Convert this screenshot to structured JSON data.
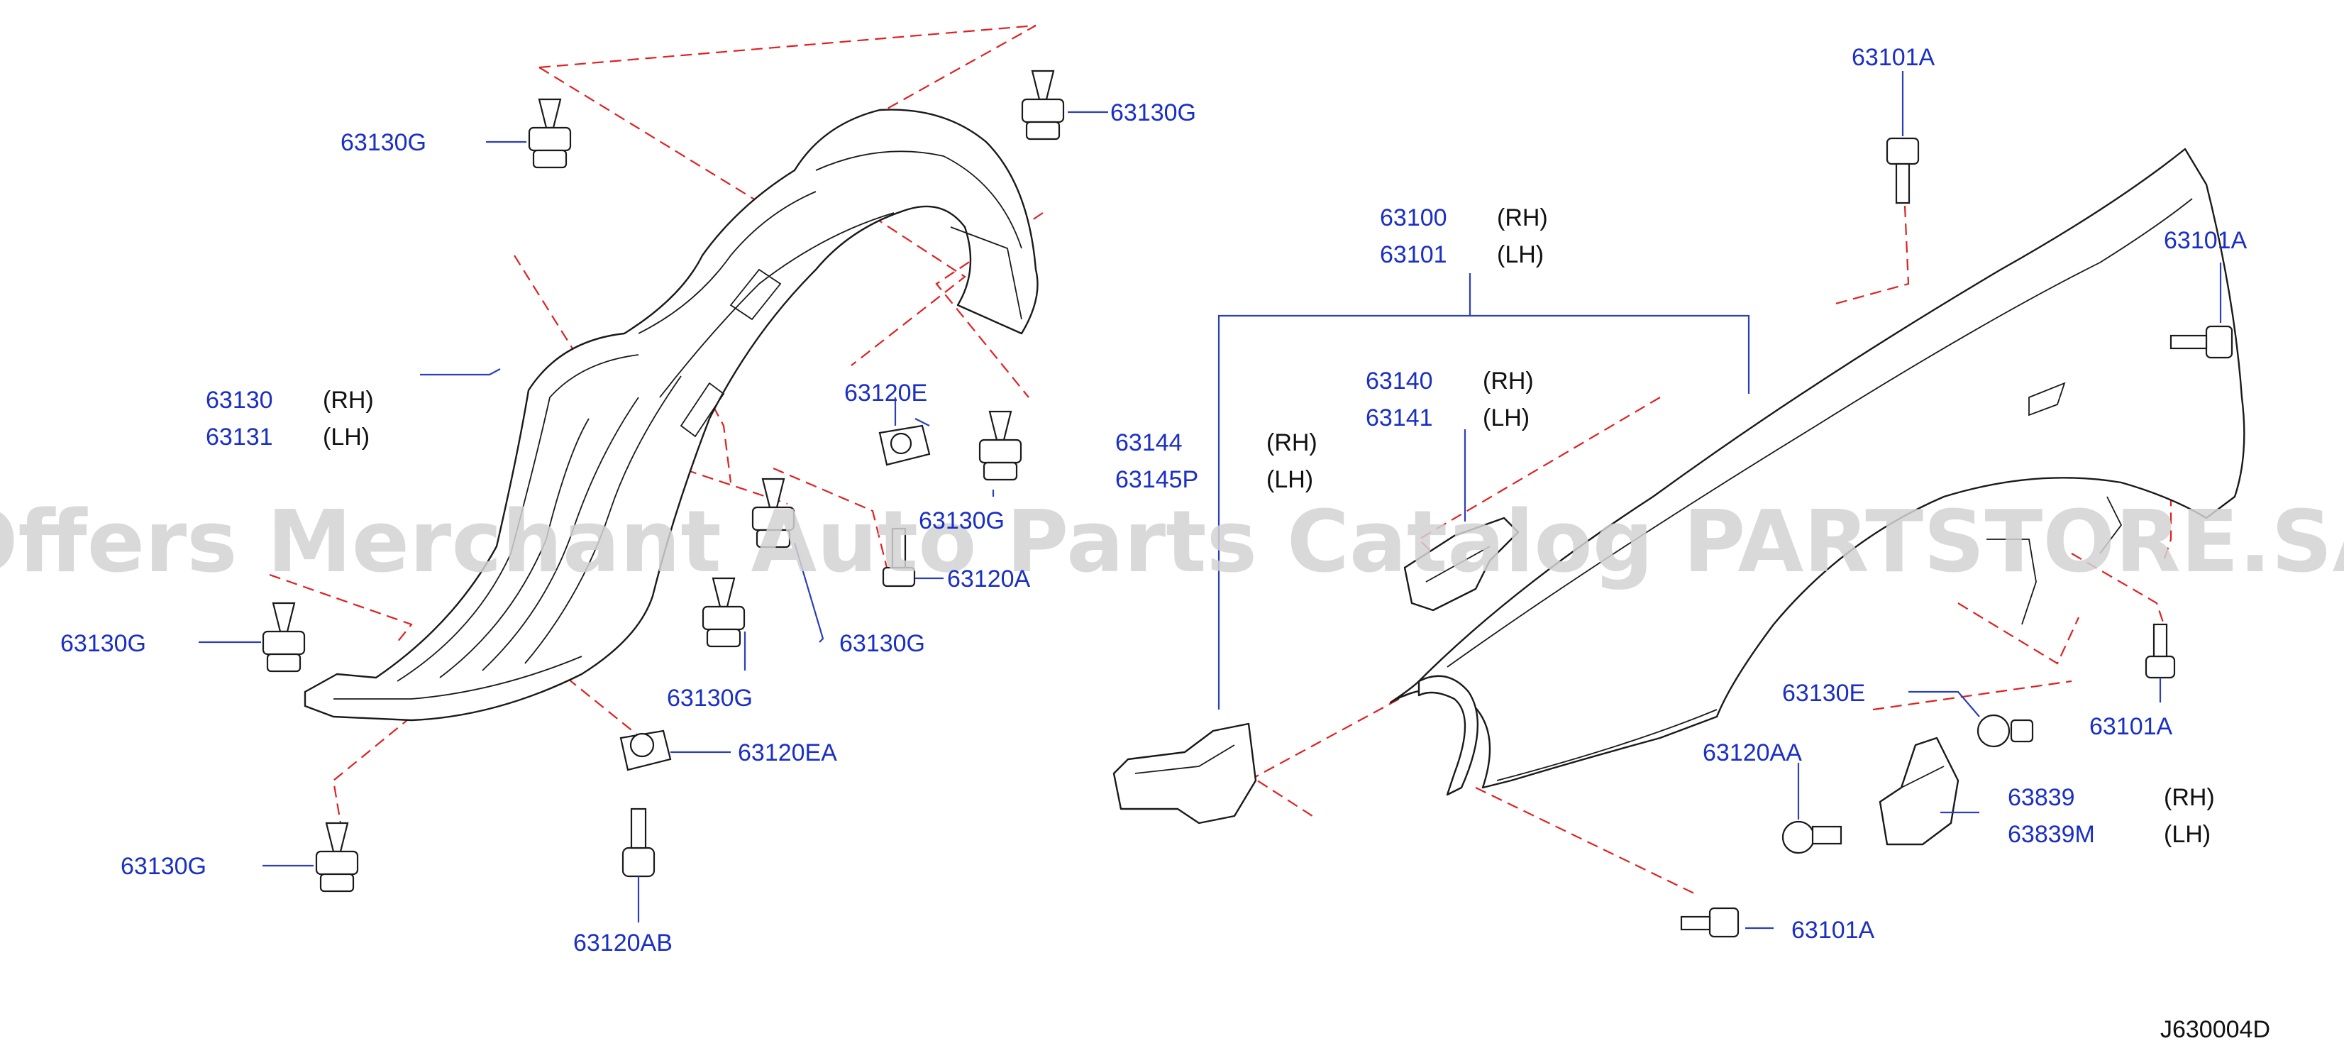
{
  "watermark": "Offers Merchant Auto Parts Catalog PARTSTORE.SA",
  "diagram_ref": "J630004D",
  "colors": {
    "code_text": "#1a2fc4",
    "leader_line": "#2a3fb8",
    "dashed_line": "#e02020",
    "watermark": "#d2d2d2"
  },
  "icons": {
    "clip": "push-clip-icon",
    "bolt": "bolt-icon",
    "nut": "clip-nut-icon"
  },
  "labels": {
    "clip_top_left": "63130G",
    "clip_top_center": "63130G",
    "liner_rh_code": "63130",
    "liner_rh_side": "(RH)",
    "liner_lh_code": "63131",
    "liner_lh_side": "(LH)",
    "clip_left_mid": "63130G",
    "clip_bottom_left": "63130G",
    "clip_inner_1": "63130G",
    "clip_inner_2": "63130G",
    "clip_inner_3": "63130G",
    "nut_e": "63120E",
    "screw_a": "63120A",
    "nut_ea": "63120EA",
    "screw_ab": "63120AB",
    "fender_rh_code": "63100",
    "fender_rh_side": "(RH)",
    "fender_lh_code": "63101",
    "fender_lh_side": "(LH)",
    "bracket_63140_code": "63140",
    "bracket_63140_side": "(RH)",
    "bracket_63141_code": "63141",
    "bracket_63141_side": "(LH)",
    "bracket_63144_code": "63144",
    "bracket_63144_side": "(RH)",
    "bracket_63145p_code": "63145P",
    "bracket_63145p_side": "(LH)",
    "bolt_top": "63101A",
    "bolt_right_top": "63101A",
    "bolt_right_bottom": "63101A",
    "bolt_bottom": "63101A",
    "clip_63130e": "63130E",
    "screw_63120aa": "63120AA",
    "seal_rh_code": "63839",
    "seal_rh_side": "(RH)",
    "seal_lh_code": "63839M",
    "seal_lh_side": "(LH)"
  }
}
